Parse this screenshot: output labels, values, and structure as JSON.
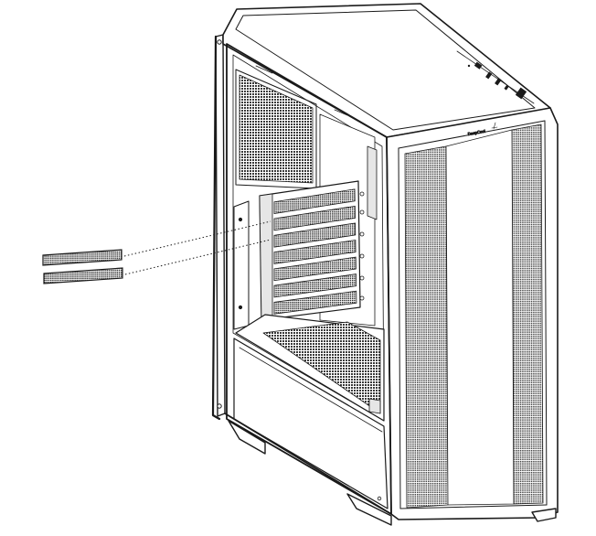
{
  "figure": {
    "subject": "pc-case",
    "brand_text": "DeepCool",
    "colors": {
      "line": "#1a1a1a",
      "mesh": "#3a3a3a",
      "panel": "#ffffff",
      "shade": "#e6e6e6",
      "dark_shade": "#cfcfcf"
    }
  },
  "slot_covers": {
    "count": 2,
    "icon": "slot-cover-icon"
  },
  "expansion_slots": {
    "count": 7
  }
}
